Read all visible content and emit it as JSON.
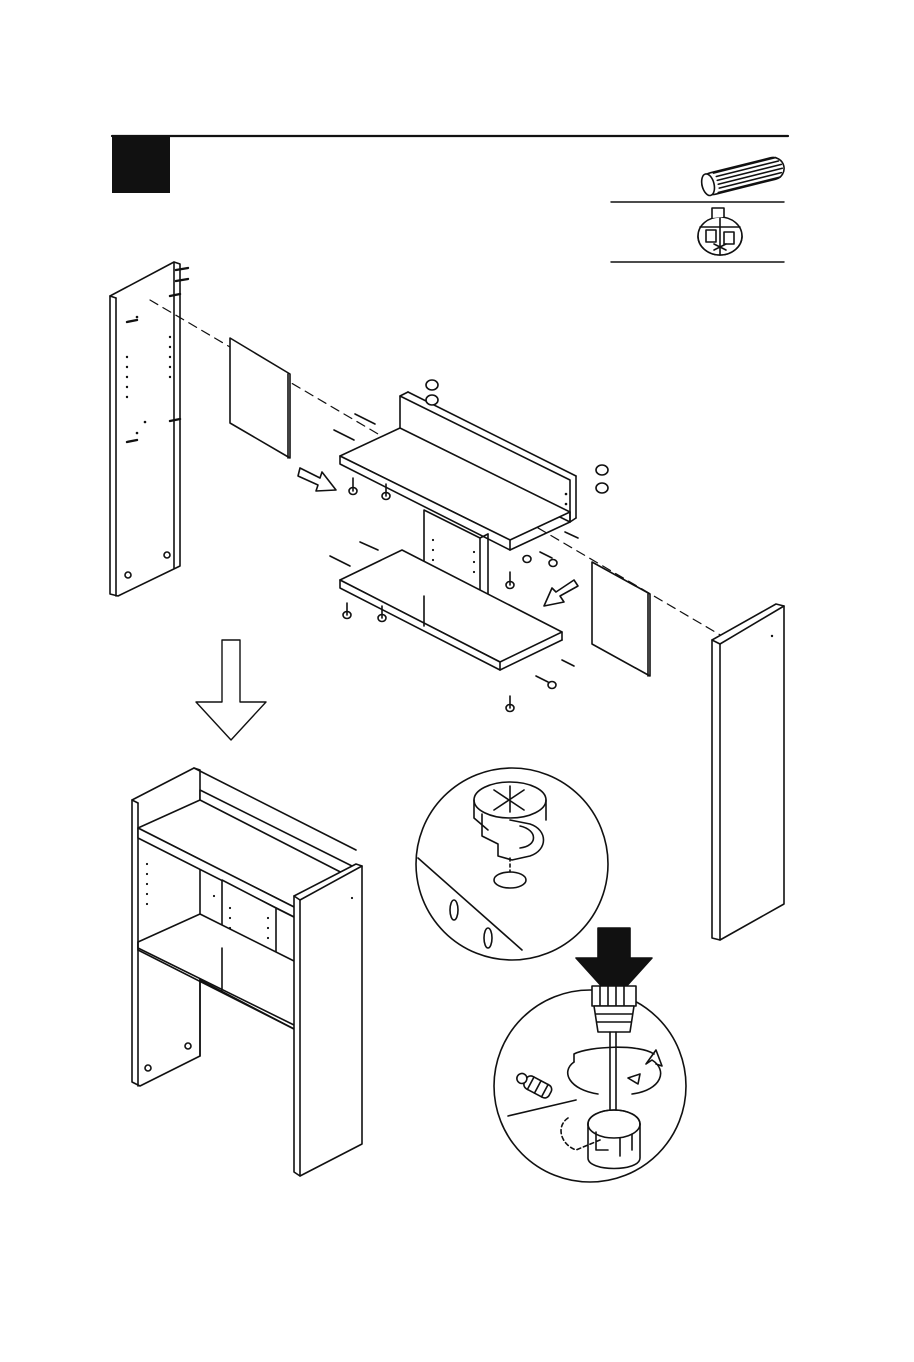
{
  "page": {
    "background": "#ffffff",
    "ink": "#111111"
  },
  "step": {
    "number_label": "",
    "marker_color": "#111111"
  },
  "parts_legend": {
    "items": [
      {
        "icon": "wood-dowel-icon",
        "quantity_label": ""
      },
      {
        "icon": "cam-lock-icon",
        "quantity_label": ""
      }
    ]
  },
  "views": [
    {
      "name": "exploded-assembly"
    },
    {
      "name": "assembled-hutch"
    },
    {
      "name": "cam-lock-detail"
    },
    {
      "name": "screwdriver-tighten-detail"
    }
  ]
}
